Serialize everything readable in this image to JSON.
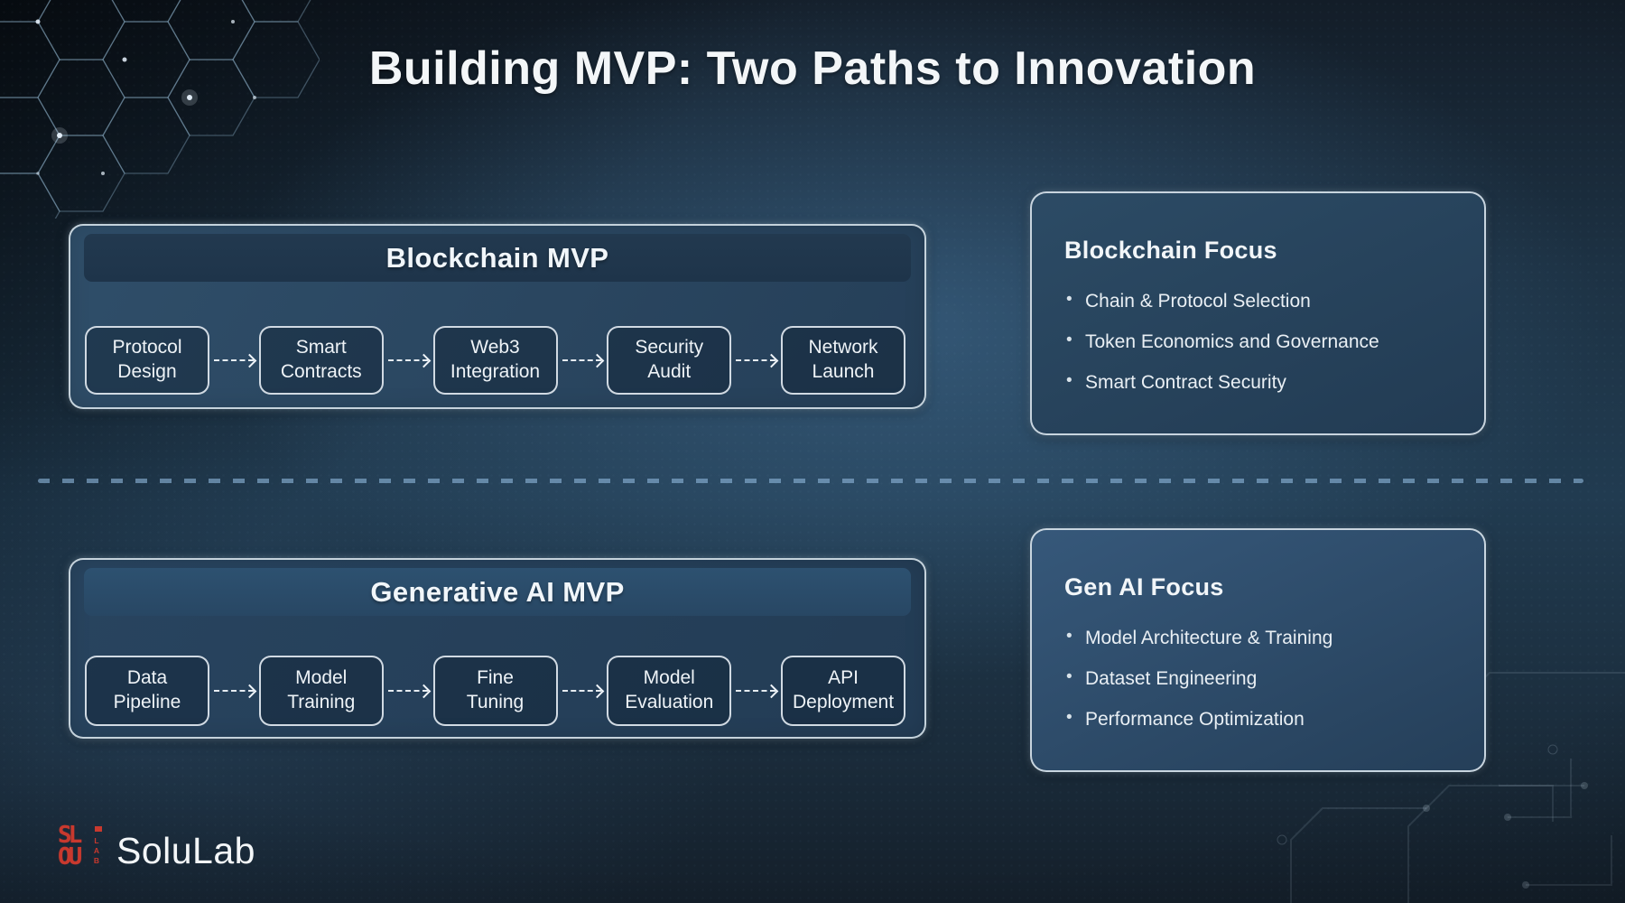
{
  "page": {
    "title": "Building MVP: Two Paths to Innovation"
  },
  "flows": [
    {
      "header": "Blockchain MVP",
      "steps": [
        "Protocol\nDesign",
        "Smart\nContracts",
        "Web3\nIntegration",
        "Security\nAudit",
        "Network\nLaunch"
      ]
    },
    {
      "header": "Generative AI MVP",
      "steps": [
        "Data\nPipeline",
        "Model\nTraining",
        "Fine\nTuning",
        "Model\nEvaluation",
        "API\nDeployment"
      ]
    }
  ],
  "focus_panels": [
    {
      "title": "Blockchain Focus",
      "items": [
        "Chain & Protocol Selection",
        "Token Economics and Governance",
        "Smart Contract Security"
      ]
    },
    {
      "title": "Gen AI Focus",
      "items": [
        "Model Architecture & Training",
        "Dataset Engineering",
        "Performance Optimization"
      ]
    }
  ],
  "logo": {
    "block_row1": "SL",
    "block_row2": "OU",
    "block_side": "LAB",
    "wordmark": "SoluLab"
  },
  "colors": {
    "accent_red": "#c8392e",
    "panel_border": "#d3dee6",
    "divider_dash": "#8cb4d8",
    "background_mid": "#213b50",
    "header_dark": "#21384e",
    "header_light": "#2d5170"
  }
}
